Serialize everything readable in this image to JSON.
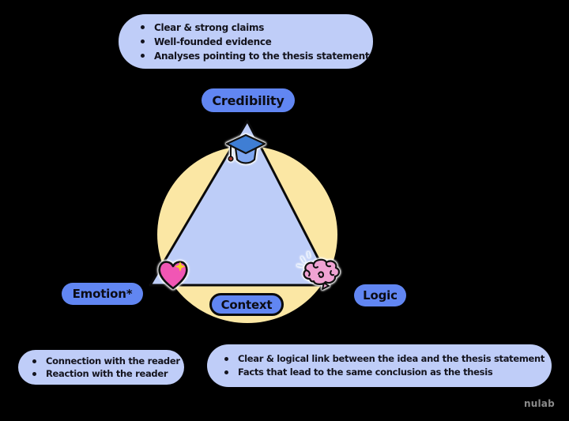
{
  "diagram_title": "rhetorical-appeals-triangle",
  "labels": {
    "credibility": "Credibility",
    "emotion": "Emotion*",
    "logic": "Logic",
    "context": "Context"
  },
  "callouts": {
    "credibility": {
      "items": [
        "Clear & strong claims",
        "Well-founded evidence",
        "Analyses pointing to the thesis statement"
      ]
    },
    "emotion": {
      "items": [
        "Connection with the reader",
        "Reaction with the reader"
      ]
    },
    "logic": {
      "items": [
        "Clear & logical link between the idea and the thesis statement",
        "Facts that lead to the same conclusion as the thesis"
      ]
    }
  },
  "icons": {
    "top_vertex": "graduation-cap-icon",
    "left_vertex": "heart-icon",
    "right_vertex": "brain-icon"
  },
  "watermark": "nulab",
  "colors": {
    "background": "#000000",
    "callout_fill": "#bfcdf8",
    "pill_fill": "#6186f2",
    "triangle_fill": "#bdcdf8",
    "circle_fill": "#fbe7a4",
    "outline": "#0a0a0a",
    "heart_pink": "#f156b4",
    "brain_pink": "#f0a3d3",
    "cap_board_blue": "#3f7ed4",
    "cap_base_blue": "#7ea6f0",
    "sparkle_yellow": "#f6d21f",
    "sparkle_blue": "#cfdef9"
  }
}
